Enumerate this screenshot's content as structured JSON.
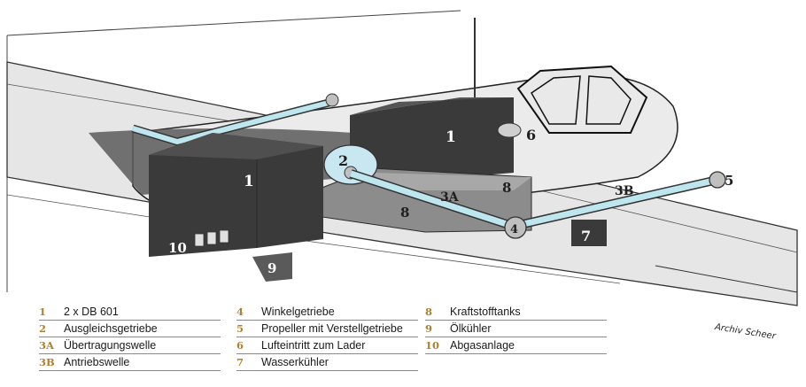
{
  "credit": "Archiv Scheer",
  "diagram_labels": {
    "engine_left": "1",
    "engine_right": "1",
    "gearbox": "2",
    "shaft_transfer": "3A",
    "shaft_drive": "3B",
    "angle_gear": "4",
    "propeller": "5",
    "air_intake": "6",
    "water_cooler": "7",
    "tank_left": "8",
    "tank_right": "8",
    "oil_cooler": "9",
    "exhaust": "10"
  },
  "legend": {
    "columns": [
      [
        {
          "num": "1",
          "text": "2 x DB 601"
        },
        {
          "num": "2",
          "text": "Ausgleichsgetriebe"
        },
        {
          "num": "3A",
          "text": "Übertragungswelle"
        },
        {
          "num": "3B",
          "text": "Antriebswelle"
        }
      ],
      [
        {
          "num": "4",
          "text": "Winkelgetriebe"
        },
        {
          "num": "5",
          "text": "Propeller mit Verstellgetriebe"
        },
        {
          "num": "6",
          "text": "Lufteintritt zum Lader"
        },
        {
          "num": "7",
          "text": "Wasserkühler"
        }
      ],
      [
        {
          "num": "8",
          "text": "Kraftstofftanks"
        },
        {
          "num": "9",
          "text": "Ölkühler"
        },
        {
          "num": "10",
          "text": "Abgasanlage"
        }
      ]
    ]
  }
}
